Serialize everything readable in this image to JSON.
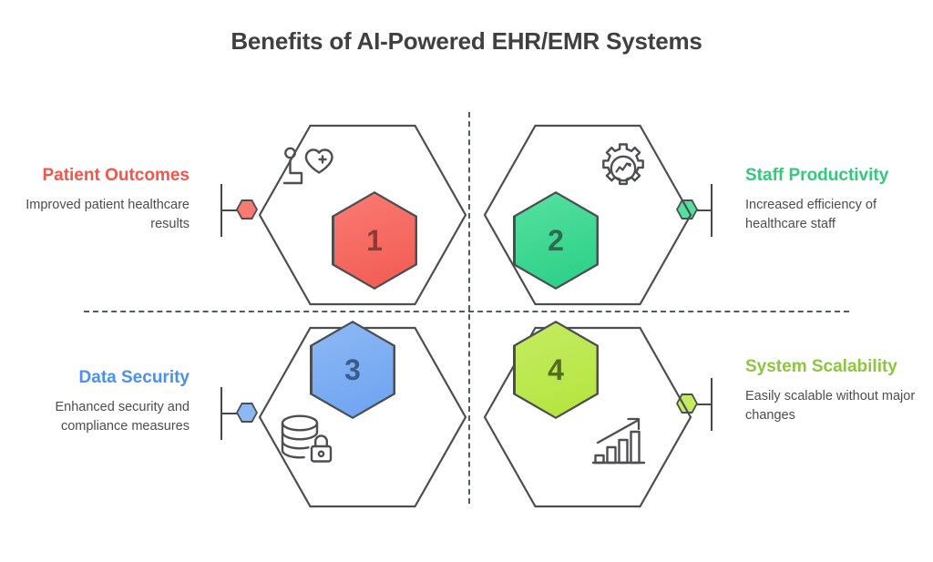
{
  "title": "Benefits of AI-Powered EHR/EMR Systems",
  "colors": {
    "title_text": "#404040",
    "body_text": "#4d4d4d",
    "outline_stroke": "#4c4e52",
    "divider": "#555a60"
  },
  "quadrants": [
    {
      "number": "1",
      "heading": "Patient Outcomes",
      "description": "Improved patient healthcare results",
      "heading_color": "#F4554B",
      "hex_fill": "#FA7A72",
      "hex_fill_dark": "#F15B52",
      "number_color": "#8E3A34",
      "marker_fill": "#FA7A72",
      "icon": "patient-heart-icon",
      "side": "left"
    },
    {
      "number": "2",
      "heading": "Staff Productivity",
      "description": "Increased efficiency of healthcare staff",
      "heading_color": "#32C97C",
      "hex_fill": "#56E0A0",
      "hex_fill_dark": "#29CF86",
      "number_color": "#2E6B4E",
      "marker_fill": "#56E0A0",
      "icon": "gear-analytics-icon",
      "side": "right"
    },
    {
      "number": "3",
      "heading": "Data Security",
      "description": "Enhanced security and compliance measures",
      "heading_color": "#4A90F0",
      "hex_fill": "#8CB8F5",
      "hex_fill_dark": "#6EA3F0",
      "number_color": "#3B5C88",
      "marker_fill": "#8CB8F5",
      "icon": "database-lock-icon",
      "side": "left"
    },
    {
      "number": "4",
      "heading": "System Scalability",
      "description": "Easily scalable without major changes",
      "heading_color": "#8CC63E",
      "hex_fill": "#C4EC62",
      "hex_fill_dark": "#B4E43C",
      "number_color": "#546B22",
      "marker_fill": "#C4EC62",
      "icon": "growth-bar-chart-icon",
      "side": "right"
    }
  ]
}
